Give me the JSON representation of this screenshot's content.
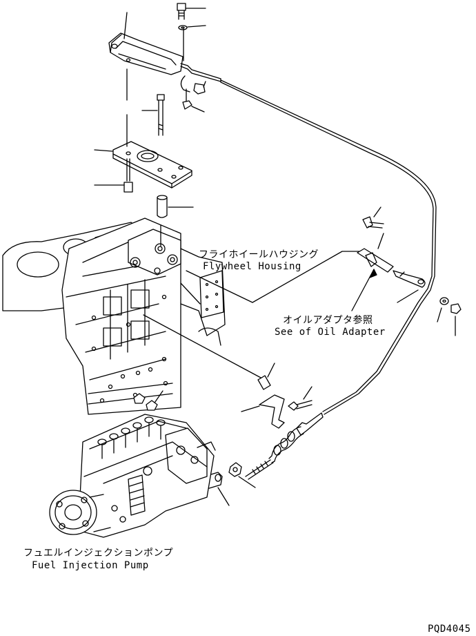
{
  "labels": {
    "flywheel_jp": "フライホイールハウジング",
    "flywheel_en": "Flywheel Housing",
    "oil_jp": "オイルアダプタ参照",
    "oil_en": "See of Oil Adapter",
    "pump_jp": "フュエルインジェクションポンプ",
    "pump_en": "Fuel Injection Pump",
    "code": "PQD4045"
  },
  "colors": {
    "line": "#000000",
    "background": "#ffffff"
  }
}
